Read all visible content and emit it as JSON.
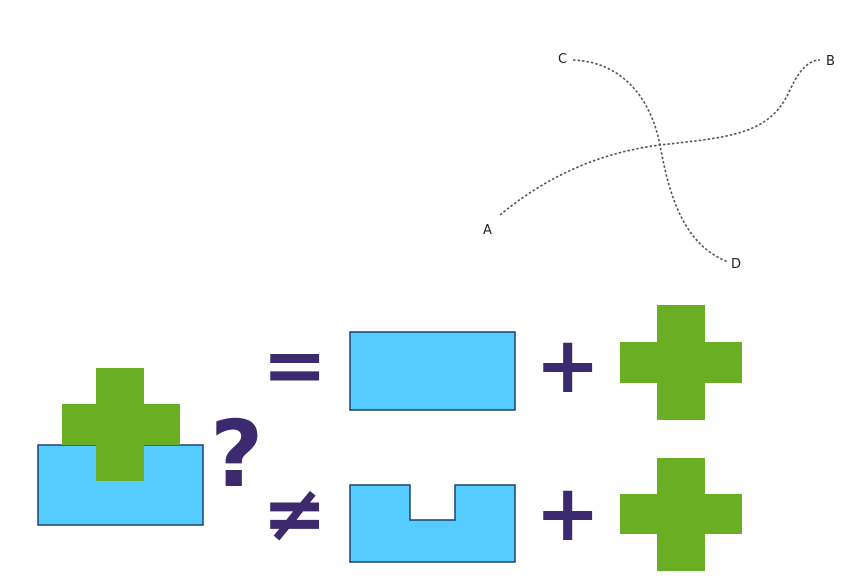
{
  "curve_diagram": {
    "labels": {
      "a": "A",
      "b": "B",
      "c": "C",
      "d": "D"
    },
    "stroke_color": "#555555"
  },
  "shape_equation": {
    "question_symbol": "?",
    "equals_symbol": "=",
    "not_equals_symbol": "≠",
    "plus_symbol": "+",
    "colors": {
      "blue_fill": "#54ccff",
      "blue_stroke": "#1e3f70",
      "green_fill": "#6aaf23",
      "symbol_color": "#3b2a6e"
    }
  }
}
